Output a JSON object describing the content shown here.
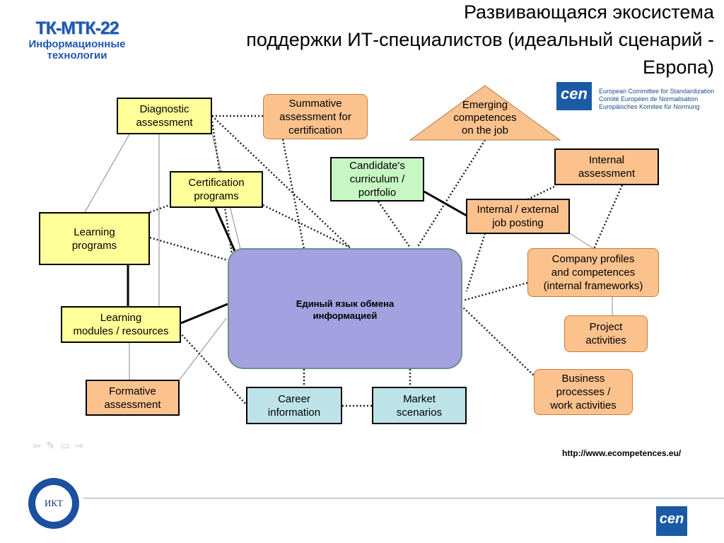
{
  "title": {
    "line1": "Развивающаяся экосистема",
    "line2": "поддержки ИТ-специалистов (идеальный сценарий -",
    "line3": "Европа)"
  },
  "logo_tk": {
    "line1": "ТК-МТК-22",
    "line2": "Информационные",
    "line3": "технологии"
  },
  "cen_logo": {
    "mark": "cen",
    "line1": "European Committee for Standardization",
    "line2": "Comité Européen de Normalisation",
    "line3": "Europäisches Komitee für Normung"
  },
  "center": {
    "line1": "Единый язык обмена",
    "line2": "информацией"
  },
  "nodes": {
    "diagnostic": [
      "Diagnostic",
      "assessment"
    ],
    "summative": [
      "Summative",
      "assessment for",
      "certification"
    ],
    "emerging": [
      "Emerging",
      "competences",
      "on the job"
    ],
    "certification": [
      "Certification",
      "programs"
    ],
    "candidate": [
      "Candidate's",
      "curriculum /",
      "portfolio"
    ],
    "internal_assessment": [
      "Internal",
      "assessment"
    ],
    "job_posting": [
      "Internal / external",
      "job posting"
    ],
    "learning_programs": [
      "Learning",
      "programs"
    ],
    "company_profiles": [
      "Company profiles",
      "and competences",
      "(internal frameworks)"
    ],
    "learning_modules": [
      "Learning",
      "modules / resources"
    ],
    "project": [
      "Project",
      "activities"
    ],
    "formative": [
      "Formative",
      "assessment"
    ],
    "career": [
      "Career",
      "information"
    ],
    "market": [
      "Market",
      "scenarios"
    ],
    "business": [
      "Business",
      "processes /",
      "work activities"
    ]
  },
  "url": "http://www.ecompetences.eu/",
  "ikt_logo": {
    "text": "ИКТ"
  },
  "colors": {
    "yellow": "#ffff99",
    "orange": "#fbc28e",
    "green": "#c7f7c3",
    "blue": "#bde3e8",
    "center": "#a3a1e0"
  }
}
